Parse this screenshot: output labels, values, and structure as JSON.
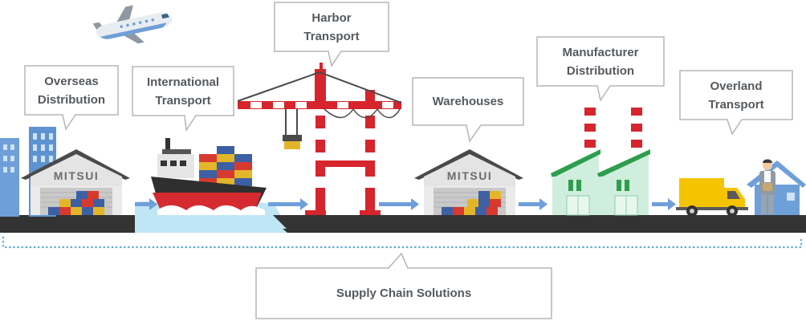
{
  "labels": {
    "overseas_distribution": [
      "Overseas",
      "Distribution"
    ],
    "international_transport": [
      "International",
      "Transport"
    ],
    "harbor_transport": [
      "Harbor",
      "Transport"
    ],
    "warehouses": [
      "Warehouses"
    ],
    "manufacturer_distribution": [
      "Manufacturer",
      "Distribution"
    ],
    "overland_transport": [
      "Overland",
      "Transport"
    ],
    "supply_chain_solutions": "Supply Chain Solutions"
  },
  "signs": {
    "warehouse_left": "MITSUI",
    "warehouse_right": "MITSUI"
  },
  "colors": {
    "callout_border": "#b5b5b5",
    "text": "#555a5e",
    "ground": "#333333",
    "water": "#bfe6f5",
    "arrow": "#6f9fd8",
    "crane_red": "#d6252c",
    "dotted_line": "#5da9d6",
    "truck_yellow": "#f5c400",
    "factory_green": "#2f9d4e",
    "ship_red": "#d52b30"
  },
  "icons": [
    "airplane-icon",
    "ship-icon",
    "crane-icon",
    "truck-icon",
    "factory-icon",
    "warehouse-icon",
    "person-icon",
    "house-icon",
    "building-icon"
  ]
}
